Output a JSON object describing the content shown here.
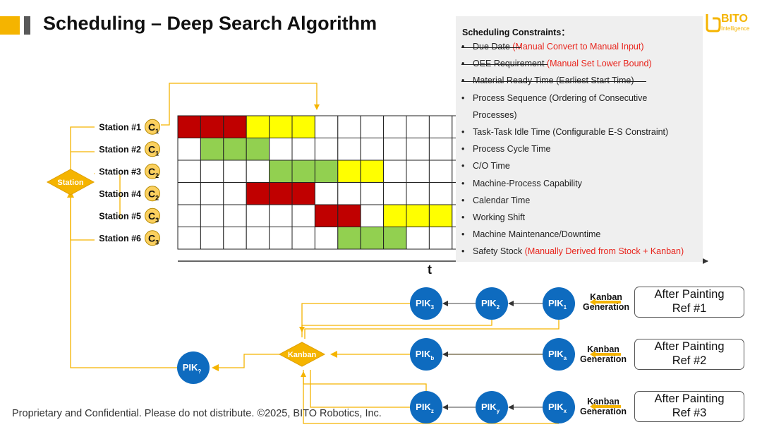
{
  "header": {
    "title": "Scheduling – Deep Search Algorithm",
    "logo_name": "BITO",
    "logo_sub": "Intelligence"
  },
  "constraints": {
    "heading": "Scheduling Constraints：",
    "items": [
      {
        "text": "Due Date ",
        "note": "(Manual Convert to Manual Input)",
        "struck": true
      },
      {
        "text": "OEE Requirement ",
        "note": "(Manual Set Lower Bound)",
        "struck": true
      },
      {
        "text": "Material Ready Time (Earliest Start Time)",
        "note": "",
        "struck": true
      },
      {
        "text": "Process Sequence (Ordering of Consecutive",
        "note": "",
        "struck": false
      },
      {
        "text": "Processes)",
        "note": "",
        "struck": false,
        "continuation": true
      },
      {
        "text": "Task-Task Idle Time (Configurable E-S Constraint)",
        "note": "",
        "struck": false
      },
      {
        "text": "Process Cycle Time",
        "note": "",
        "struck": false
      },
      {
        "text": "C/O Time",
        "note": "",
        "struck": false
      },
      {
        "text": "Machine-Process Capability",
        "note": "",
        "struck": false
      },
      {
        "text": "Calendar Time",
        "note": "",
        "struck": false
      },
      {
        "text": "Working Shift",
        "note": "",
        "struck": false
      },
      {
        "text": "Machine Maintenance/Downtime",
        "note": "",
        "struck": false
      },
      {
        "text": "Safety Stock ",
        "note": "(Manually Derived from Stock + Kanban)",
        "struck": false
      }
    ]
  },
  "schedule": {
    "stations": [
      {
        "label": "Station #1",
        "class": "C",
        "sub": "1",
        "cells": [
          "R",
          "R",
          "R",
          "Y",
          "Y",
          "Y",
          "W",
          "W",
          "W",
          "W",
          "W",
          "W"
        ]
      },
      {
        "label": "Station #2",
        "class": "C",
        "sub": "1",
        "cells": [
          "W",
          "G",
          "G",
          "G",
          "W",
          "W",
          "W",
          "W",
          "W",
          "W",
          "W",
          "W"
        ]
      },
      {
        "label": "Station #3",
        "class": "C",
        "sub": "2",
        "cells": [
          "W",
          "W",
          "W",
          "W",
          "G",
          "G",
          "G",
          "Y",
          "Y",
          "W",
          "W",
          "W"
        ]
      },
      {
        "label": "Station #4",
        "class": "C",
        "sub": "2",
        "cells": [
          "W",
          "W",
          "W",
          "R",
          "R",
          "R",
          "W",
          "W",
          "W",
          "W",
          "W",
          "W"
        ]
      },
      {
        "label": "Station #5",
        "class": "C",
        "sub": "3",
        "cells": [
          "W",
          "W",
          "W",
          "W",
          "W",
          "W",
          "R",
          "R",
          "W",
          "Y",
          "Y",
          "Y"
        ]
      },
      {
        "label": "Station #6",
        "class": "C",
        "sub": "3",
        "cells": [
          "W",
          "W",
          "W",
          "W",
          "W",
          "W",
          "W",
          "G",
          "G",
          "G",
          "W",
          "W"
        ]
      }
    ],
    "time_label": "t",
    "station_hub": "Station",
    "kanban_hub": "Kanban"
  },
  "flow": {
    "pik_rows": [
      [
        "PIK|3",
        "PIK|2",
        "PIK|1"
      ],
      [
        "PIK|b",
        "PIK|a"
      ],
      [
        "PIK|z",
        "PIK|y",
        "PIK|x"
      ]
    ],
    "pik_output": "PIK|?",
    "kanban_generation": [
      "Kanban",
      "Generation"
    ],
    "refs": [
      [
        "After Painting",
        "Ref #1"
      ],
      [
        "After Painting",
        "Ref #2"
      ],
      [
        "After Painting",
        "Ref #3"
      ]
    ]
  },
  "colors": {
    "red": "#c00000",
    "yellow": "#ffff00",
    "green": "#92d050",
    "accent": "#f5b400",
    "circle_blue": "#0e6bbf",
    "note_red": "#e8251d"
  },
  "footer": {
    "text": "Proprietary and Confidential. Please do not distribute. ©2025, BITO Robotics, Inc."
  }
}
